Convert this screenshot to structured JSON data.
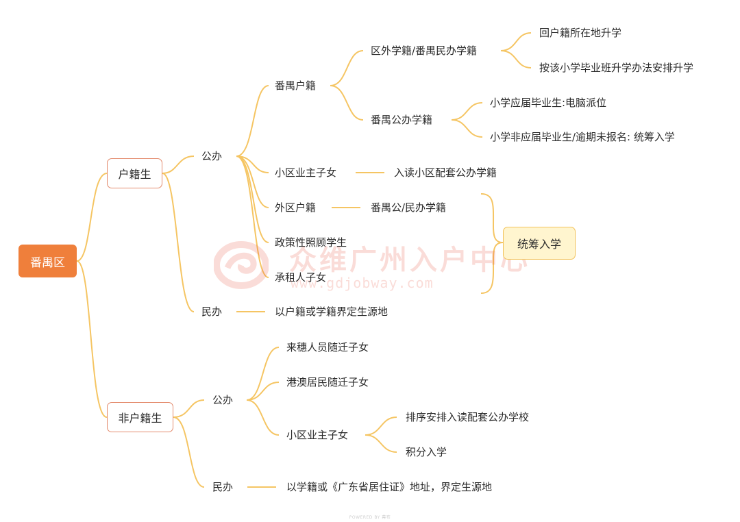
{
  "root": "番禺区",
  "huji": {
    "label": "户籍生",
    "gongban": {
      "label": "公办",
      "panyu_huji": {
        "label": "番禺户籍",
        "quwai": {
          "label": "区外学籍/番禺民办学籍",
          "children": [
            "回户籍所在地升学",
            "按该小学毕业班升学办法安排升学"
          ]
        },
        "panyu_gongban": {
          "label": "番禺公办学籍",
          "children": [
            "小学应届毕业生:电脑派位",
            "小学非应届毕业生/逾期未报名: 统筹入学"
          ]
        }
      },
      "xiaoqu": {
        "label": "小区业主子女",
        "child": "入读小区配套公办学籍"
      },
      "waiqu": {
        "label": "外区户籍",
        "child": "番禺公/民办学籍"
      },
      "zhengce": "政策性照顾学生",
      "chengzu": "承租人子女",
      "summary": "统筹入学"
    },
    "minban": {
      "label": "民办",
      "child": "以户籍或学籍界定生源地"
    }
  },
  "feihuji": {
    "label": "非户籍生",
    "gongban": {
      "label": "公办",
      "laisui": "来穗人员随迁子女",
      "gangao": "港澳居民随迁子女",
      "xiaoqu": {
        "label": "小区业主子女",
        "children": [
          "排序安排入读配套公办学校",
          "积分入学"
        ]
      }
    },
    "minban": {
      "label": "民办",
      "child": "以学籍或《广东省居住证》地址，界定生源地"
    }
  },
  "watermark": {
    "title": "众维广州入户中心",
    "url": "www.gdjobway.com"
  },
  "footer": "POWERED BY 幕布",
  "colors": {
    "root": "#ef7f3b",
    "line": "#f5c563",
    "box_border": "#e38a6c",
    "summary_fill": "#fff5cf"
  }
}
